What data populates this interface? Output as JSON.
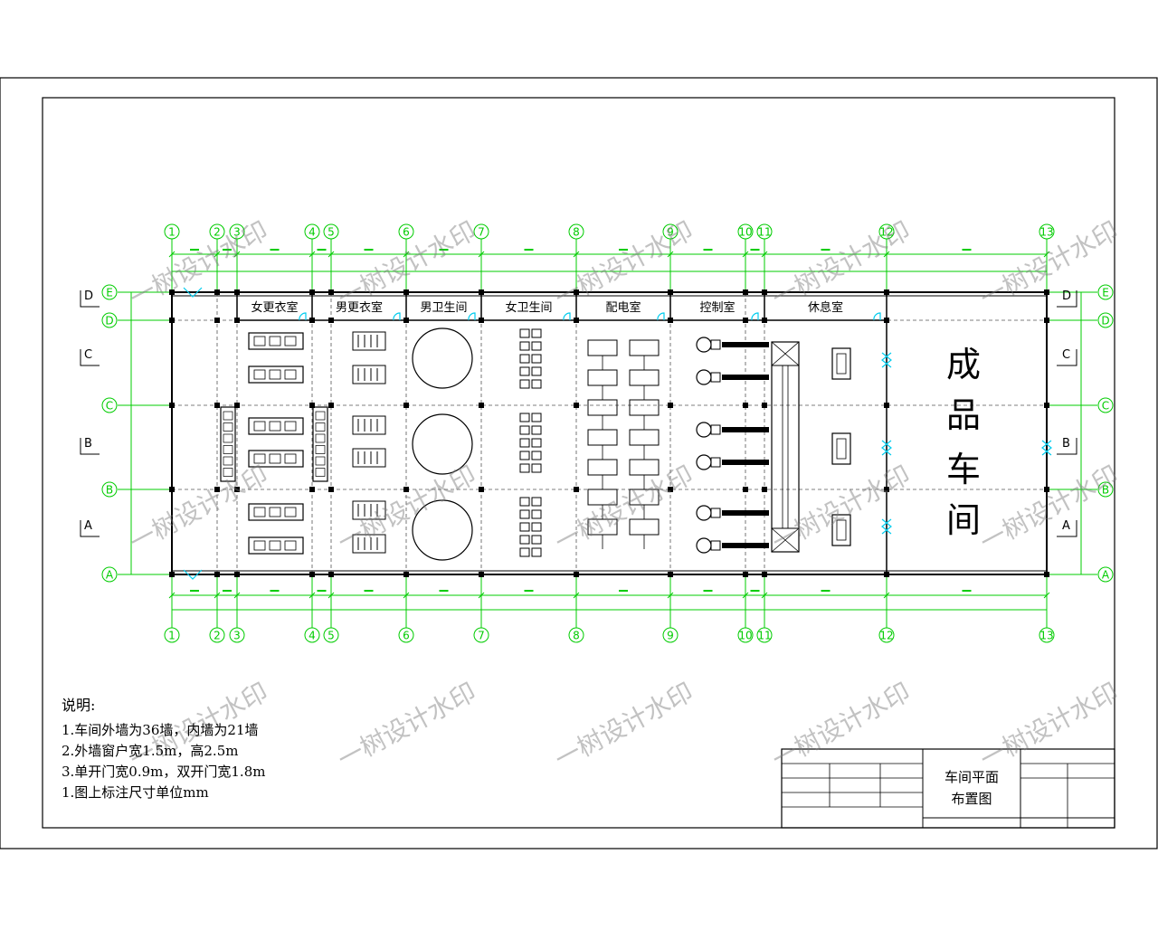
{
  "colors": {
    "frame": "#000000",
    "grid": "#00cc00",
    "door": "#00ccee",
    "line": "#000000",
    "watermark": "#777777"
  },
  "axes_x": [
    {
      "label": "1"
    },
    {
      "label": "2"
    },
    {
      "label": "3"
    },
    {
      "label": "4"
    },
    {
      "label": "5"
    },
    {
      "label": "6"
    },
    {
      "label": "7"
    },
    {
      "label": "8"
    },
    {
      "label": "9"
    },
    {
      "label": "10"
    },
    {
      "label": "11"
    },
    {
      "label": "12"
    },
    {
      "label": "13"
    }
  ],
  "axes_y": [
    {
      "label": "E"
    },
    {
      "label": "D"
    },
    {
      "label": "C"
    },
    {
      "label": "B"
    },
    {
      "label": "A"
    }
  ],
  "section_marks": [
    "D",
    "C",
    "B",
    "A"
  ],
  "rooms": [
    "女更衣室",
    "男更衣室",
    "男卫生间",
    "女卫生间",
    "配电室",
    "控制室",
    "休息室"
  ],
  "workshop": {
    "chars": [
      "成",
      "品",
      "车",
      "间"
    ]
  },
  "notes": {
    "title": "说明:",
    "lines": [
      "1.车间外墙为36墙，内墙为21墙",
      "2.外墙窗户宽1.5m，高2.5m",
      "3.单开门宽0.9m，双开门宽1.8m",
      "1.图上标注尺寸单位mm"
    ]
  },
  "title_block": {
    "drawing_name_line1": "车间平面",
    "drawing_name_line2": "布置图"
  },
  "watermark": {
    "text": "一树设计水印"
  }
}
